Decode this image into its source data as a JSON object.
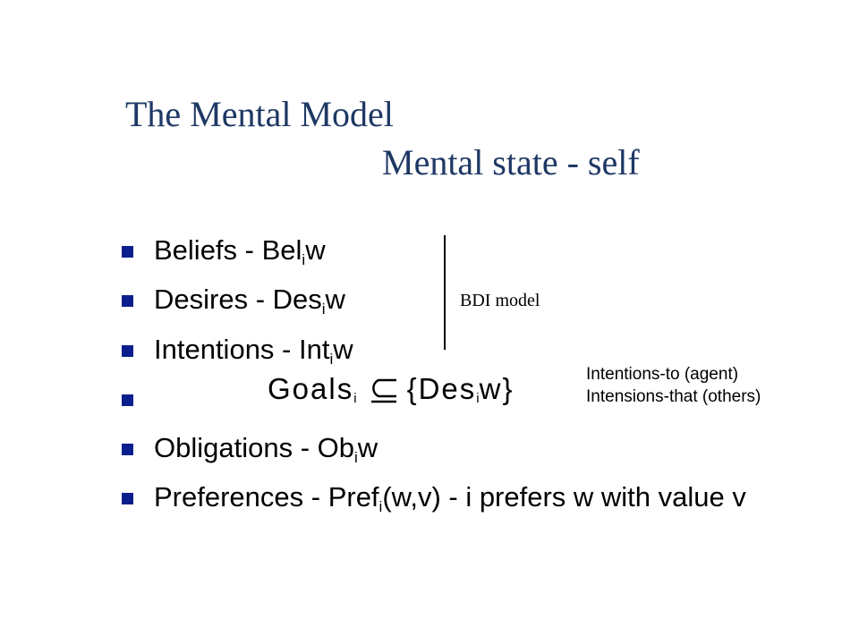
{
  "title": {
    "line1": "The Mental Model",
    "line2": "Mental state - self"
  },
  "bullets": [
    {
      "label": "Beliefs - Bel",
      "sub": "i",
      "suffix": "w"
    },
    {
      "label": "Desires - Des",
      "sub": "i",
      "suffix": "w"
    },
    {
      "label": "Intentions - Int",
      "sub": "i",
      "suffix": "w"
    },
    {
      "label": "",
      "sub": "",
      "suffix": ""
    },
    {
      "label": "Obligations - Ob",
      "sub": "i",
      "suffix": "w"
    },
    {
      "label": "Preferences - Pref",
      "sub": "i",
      "suffix": "(w,v) - i prefers w with value v"
    }
  ],
  "goals_formula": {
    "goals": "Goals",
    "sub_i": "i",
    "open": "{Des",
    "sub_i2": "i",
    "close": "w}"
  },
  "bdi_label": "BDI model",
  "intentions_note": {
    "line1": "Intentions-to (agent)",
    "line2": "Intensions-that (others)"
  },
  "colors": {
    "title": "#1f3864",
    "bullet_marker": "#0b1f8c"
  }
}
